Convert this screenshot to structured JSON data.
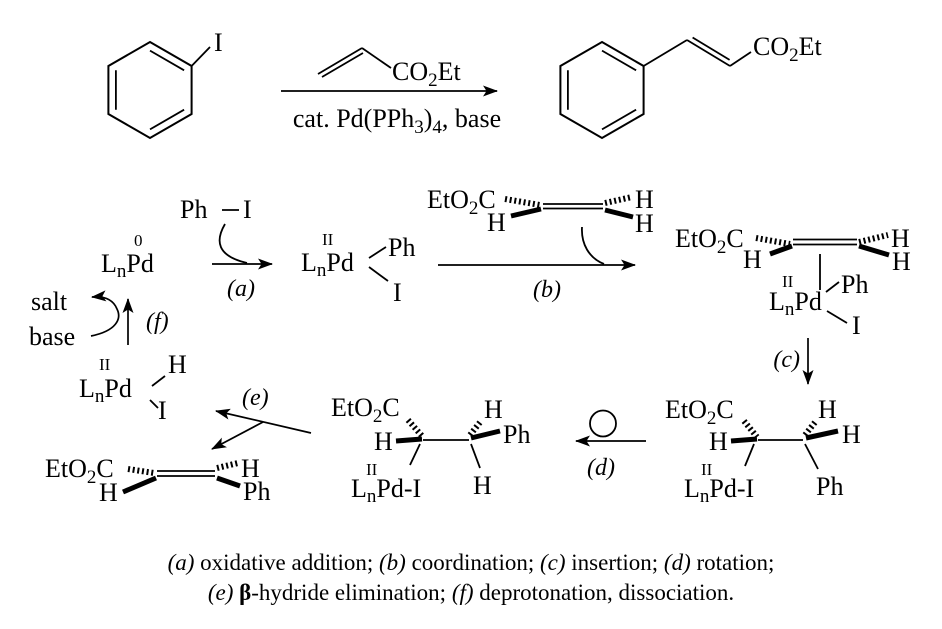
{
  "colors": {
    "ink": "#000000",
    "background": "#ffffff"
  },
  "glyphs": {
    "I": "I",
    "Ph": "Ph",
    "H": "H",
    "L": "L",
    "n": "n",
    "Pd": "Pd",
    "hyphen": "-",
    "ox0": "0",
    "oxII": "II",
    "EtO": "EtO",
    "sub2": "2",
    "C": "C",
    "CO": "CO",
    "Et": "Et",
    "salt": "salt",
    "base": "base"
  },
  "scheme": {
    "conditions": {
      "p1": "cat. Pd(PPh",
      "s1": "3",
      "p2": ")",
      "s2": "4",
      "p3": ", base"
    }
  },
  "steps": {
    "a": "(a)",
    "b": "(b)",
    "c": "(c)",
    "d": "(d)",
    "e": "(e)",
    "f": "(f)"
  },
  "caption": {
    "line1": {
      "a": "(a)",
      "t1": " oxidative addition; ",
      "b": "(b)",
      "t2": " coordination; ",
      "c": "(c)",
      "t3": " insertion; ",
      "d": "(d)",
      "t4": " rotation;"
    },
    "line2": {
      "e": "(e)",
      "t1": " ",
      "beta": "β",
      "t2": "-hydride elimination; ",
      "f": "(f)",
      "t3": " deprotonation, dissociation."
    }
  }
}
